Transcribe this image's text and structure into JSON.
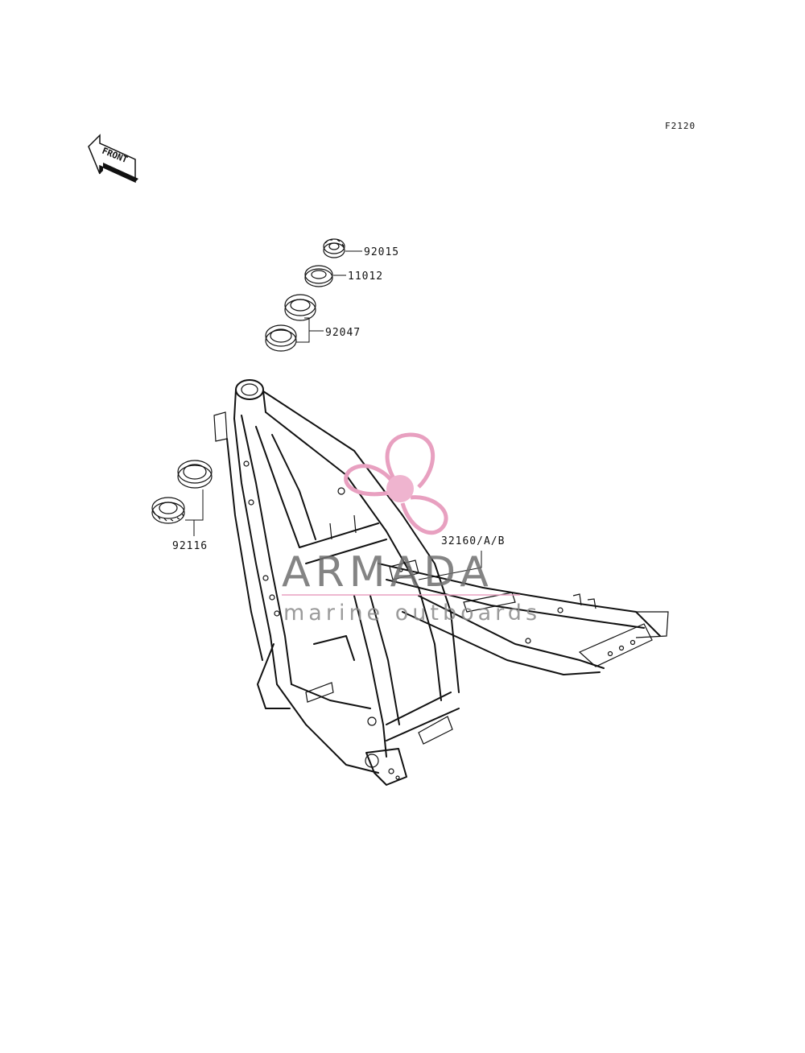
{
  "diagram": {
    "code": "F2120",
    "front_label": "FRONT",
    "parts": [
      {
        "number": "92015"
      },
      {
        "number": "11012"
      },
      {
        "number": "92047"
      },
      {
        "number": "92116"
      },
      {
        "number": "32160/A/B"
      }
    ]
  },
  "watermark": {
    "brand": "ARMADA",
    "tagline": "marine outboards",
    "logo_color": "#e8a0c0",
    "logo_fill": "#efb4cf"
  }
}
